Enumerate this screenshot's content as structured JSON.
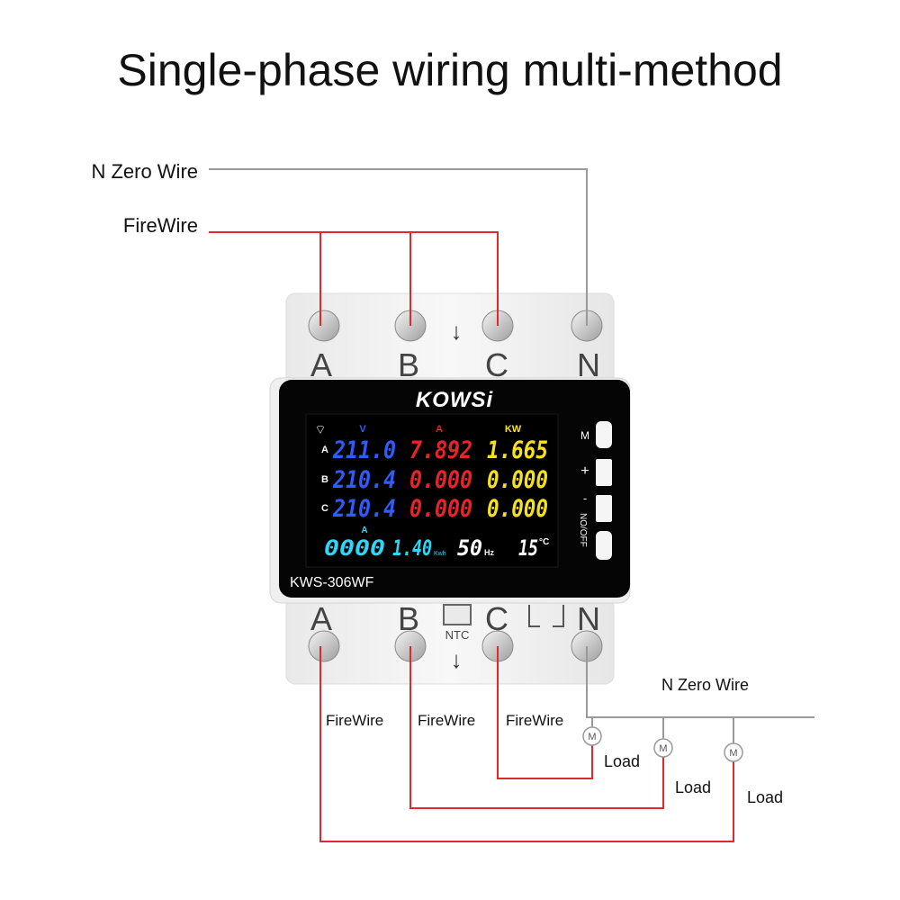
{
  "title": "Single-phase wiring multi-method",
  "wires": {
    "neutral_label": "N Zero Wire",
    "fire_label": "FireWire",
    "bottom_neutral_label": "N Zero Wire",
    "bottom_fire_labels": [
      "FireWire",
      "FireWire",
      "FireWire"
    ],
    "load_label": "Load",
    "motor_symbol": "M",
    "colors": {
      "fire": "#e0282e",
      "neutral": "#9a9a9a"
    }
  },
  "device": {
    "brand": "KOWSi",
    "model": "KWS-306WF",
    "top_terminals": [
      "A",
      "B",
      "C",
      "N"
    ],
    "bottom_terminals": [
      "A",
      "B",
      "C",
      "N"
    ],
    "ntc_label": "NTC",
    "display": {
      "headers": {
        "voltage": "V",
        "current": "A",
        "power": "KW"
      },
      "rows": [
        {
          "phase": "A",
          "voltage": "211.0",
          "current": "7.892",
          "power": "1.665"
        },
        {
          "phase": "B",
          "voltage": "210.4",
          "current": "0.000",
          "power": "0.000"
        },
        {
          "phase": "C",
          "voltage": "210.4",
          "current": "0.000",
          "power": "0.000"
        }
      ],
      "footer": {
        "current_unit": "A",
        "counter": "0000",
        "energy": "1.40",
        "energy_unit": "Kwh",
        "frequency": "50",
        "frequency_unit": "Hz",
        "temperature": "15",
        "temperature_unit": "°C"
      },
      "colors": {
        "voltage": "#2f5bff",
        "current": "#e8232b",
        "power": "#f6e21c",
        "footer": "#2fd6f5",
        "bg": "#000000"
      }
    },
    "buttons": {
      "m": "M",
      "plus": "+",
      "minus": "-",
      "onoff": "NO/OFF"
    }
  }
}
